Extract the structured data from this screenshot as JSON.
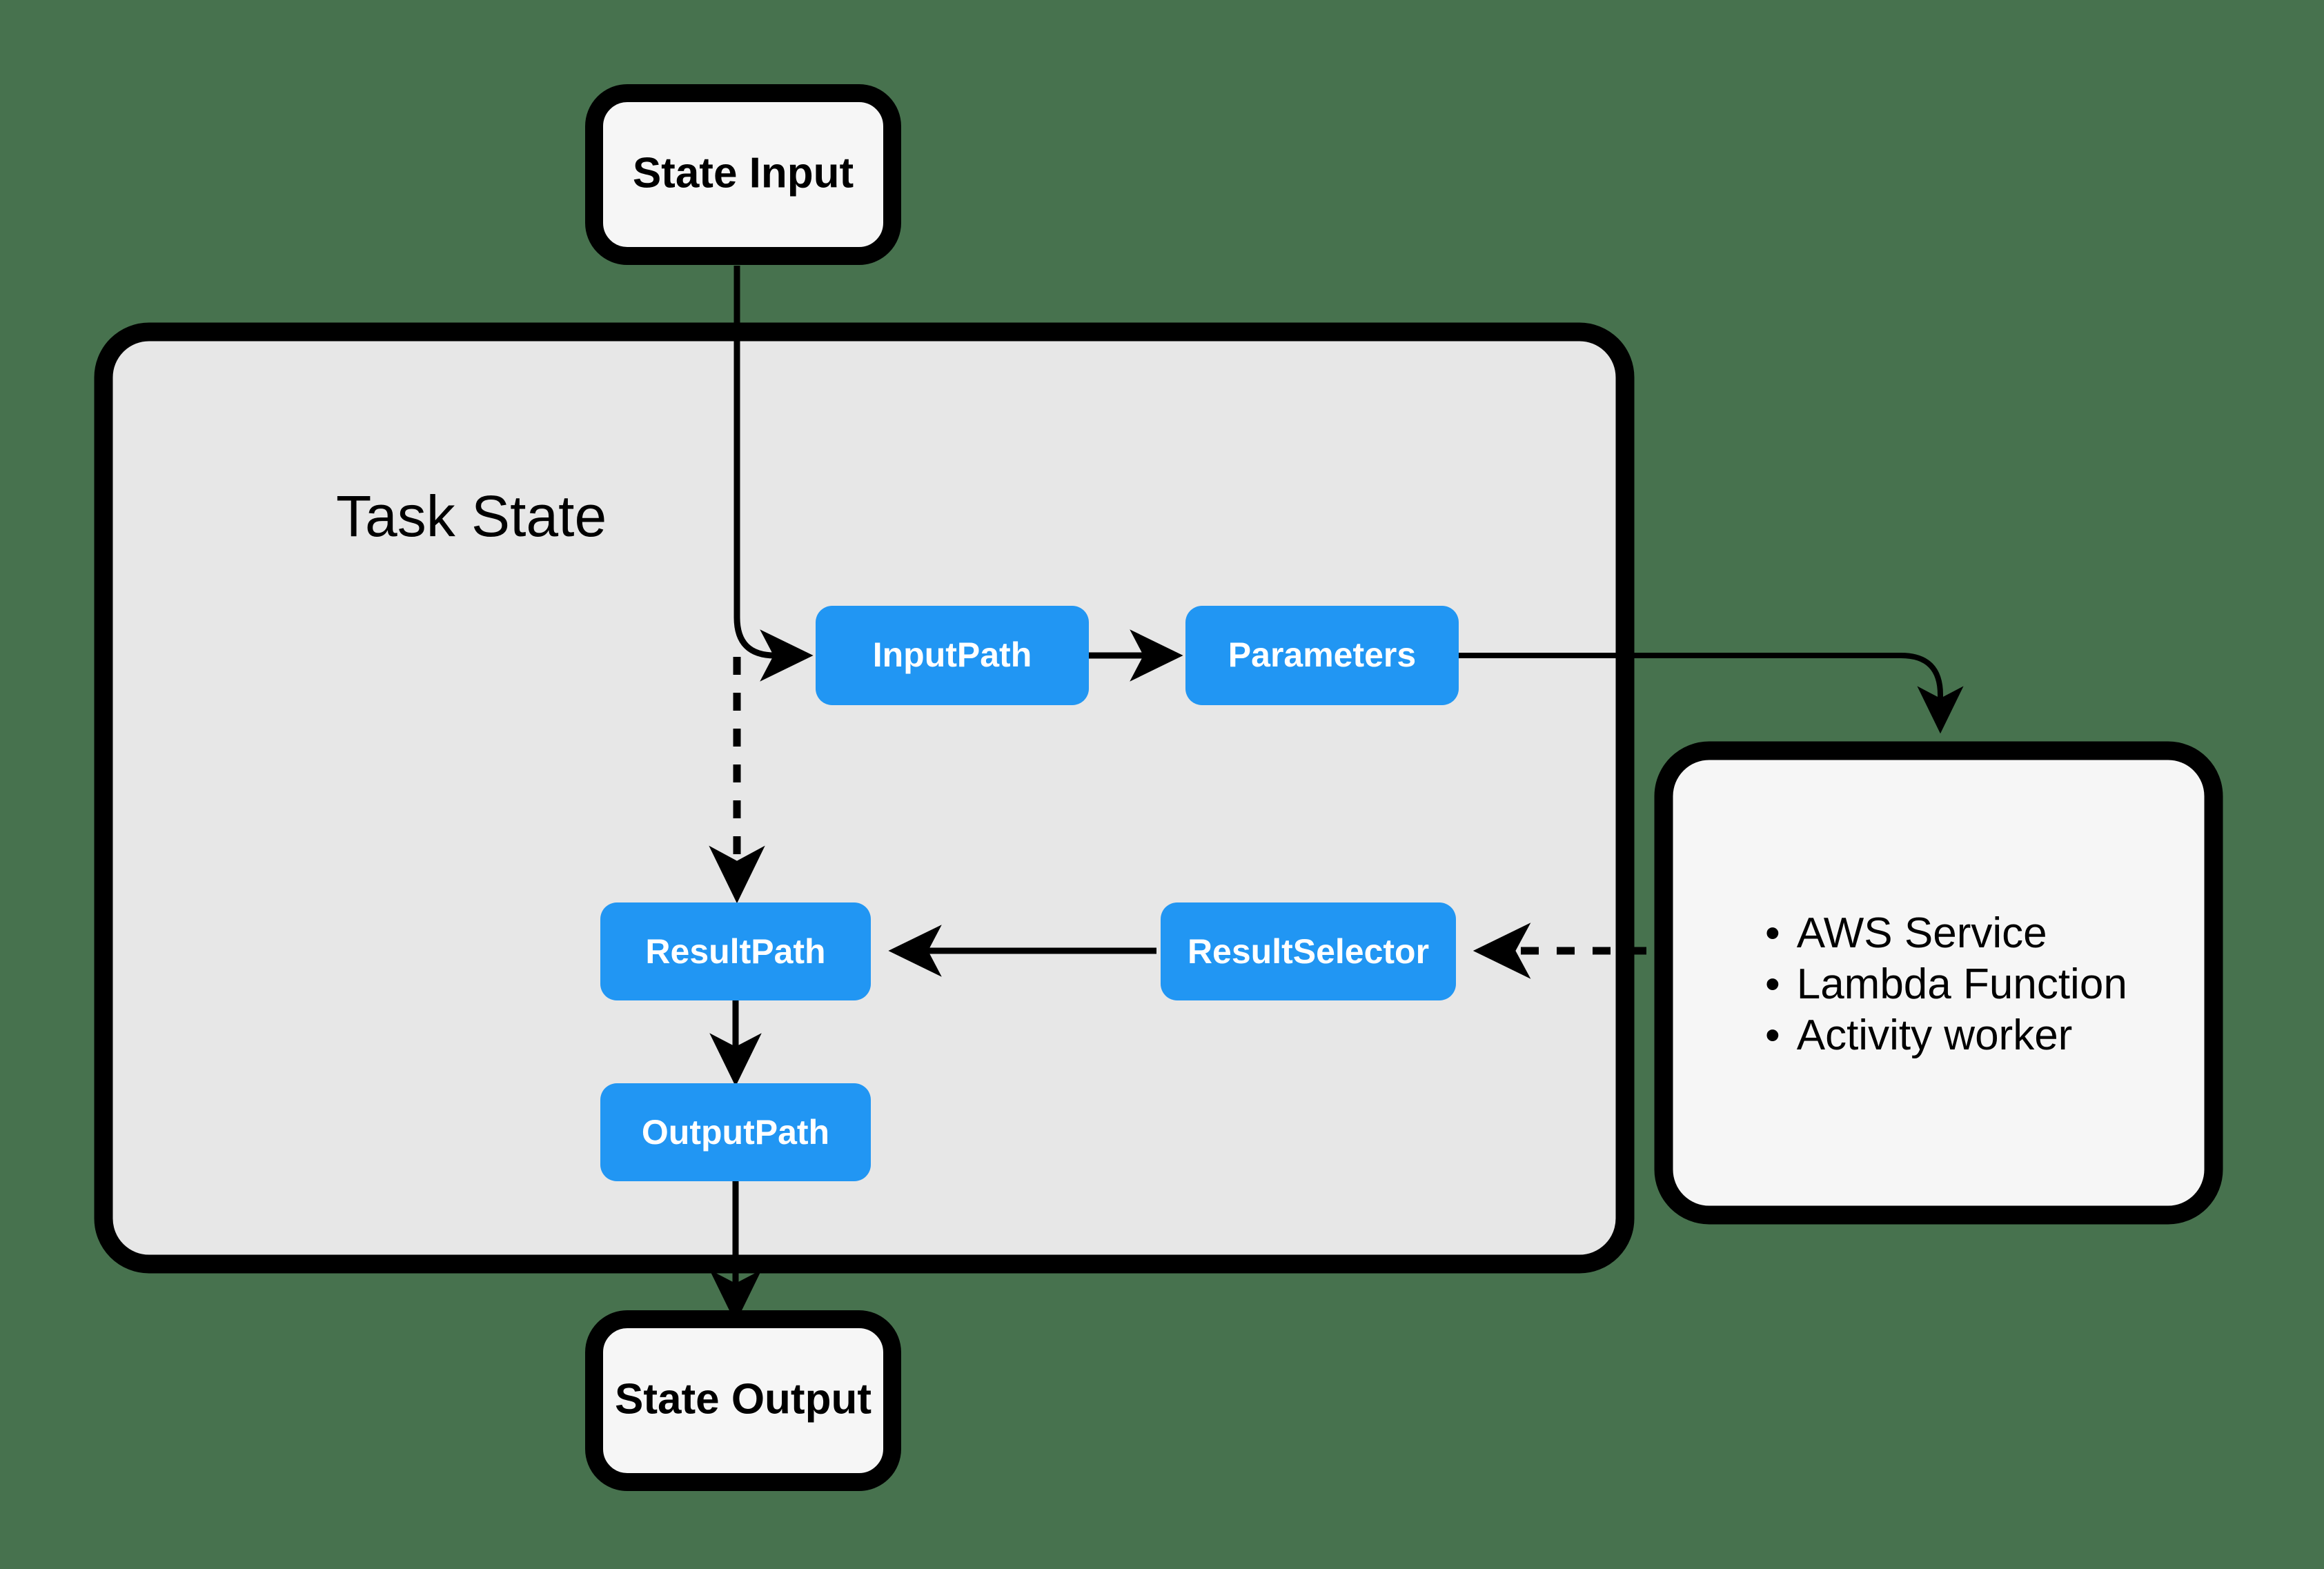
{
  "diagram": {
    "title": "AWS Step Functions Task State input/output processing",
    "background_color": "#47724e",
    "container_fill": "#e7e7e7",
    "terminal_fill": "#f6f6f6",
    "accent_blue": "#2196f3",
    "outline_color": "#000000",
    "nodes": {
      "state_input": {
        "label": "State Input"
      },
      "task_state": {
        "label": "Task State"
      },
      "input_path": {
        "label": "InputPath"
      },
      "parameters": {
        "label": "Parameters"
      },
      "result_path": {
        "label": "ResultPath"
      },
      "result_selector": {
        "label": "ResultSelector"
      },
      "output_path": {
        "label": "OutputPath"
      },
      "state_output": {
        "label": "State Output"
      },
      "resource": {
        "bullets": [
          "AWS Service",
          "Lambda Function",
          "Activity worker"
        ],
        "bullet_glyph": "•"
      }
    },
    "edges": [
      {
        "name": "state-input-to-input-path",
        "from": "State Input",
        "to": "InputPath",
        "style": "solid"
      },
      {
        "name": "state-input-to-result-path",
        "from": "State Input",
        "to": "ResultPath",
        "style": "dashed"
      },
      {
        "name": "input-path-to-parameters",
        "from": "InputPath",
        "to": "Parameters",
        "style": "solid"
      },
      {
        "name": "parameters-to-resource",
        "from": "Parameters",
        "to": "Resource",
        "style": "solid"
      },
      {
        "name": "resource-to-result-selector",
        "from": "Resource",
        "to": "ResultSelector",
        "style": "dashed"
      },
      {
        "name": "result-selector-to-result-path",
        "from": "ResultSelector",
        "to": "ResultPath",
        "style": "solid"
      },
      {
        "name": "result-path-to-output-path",
        "from": "ResultPath",
        "to": "OutputPath",
        "style": "solid"
      },
      {
        "name": "output-path-to-state-output",
        "from": "OutputPath",
        "to": "State Output",
        "style": "solid"
      }
    ]
  }
}
